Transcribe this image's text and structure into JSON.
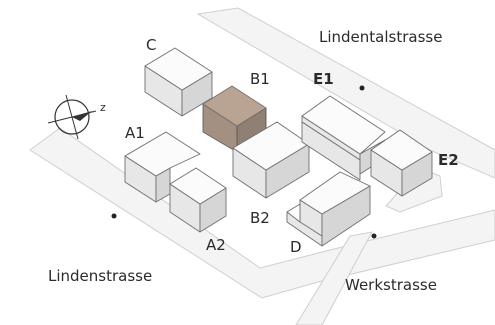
{
  "streets": {
    "lindentalstrasse": "Lindentalstrasse",
    "lindenstrasse": "Lindenstrasse",
    "werkstrasse": "Werkstrasse"
  },
  "buildings": {
    "c": {
      "label": "C"
    },
    "b1": {
      "label": "B1",
      "highlight_color": "#b9a493"
    },
    "b2": {
      "label": "B2"
    },
    "a1": {
      "label": "A1"
    },
    "a2": {
      "label": "A2"
    },
    "d": {
      "label": "D"
    },
    "e1": {
      "label": "E1"
    },
    "e2": {
      "label": "E2"
    }
  },
  "compass": {
    "label": "z",
    "icon": "compass-icon"
  }
}
